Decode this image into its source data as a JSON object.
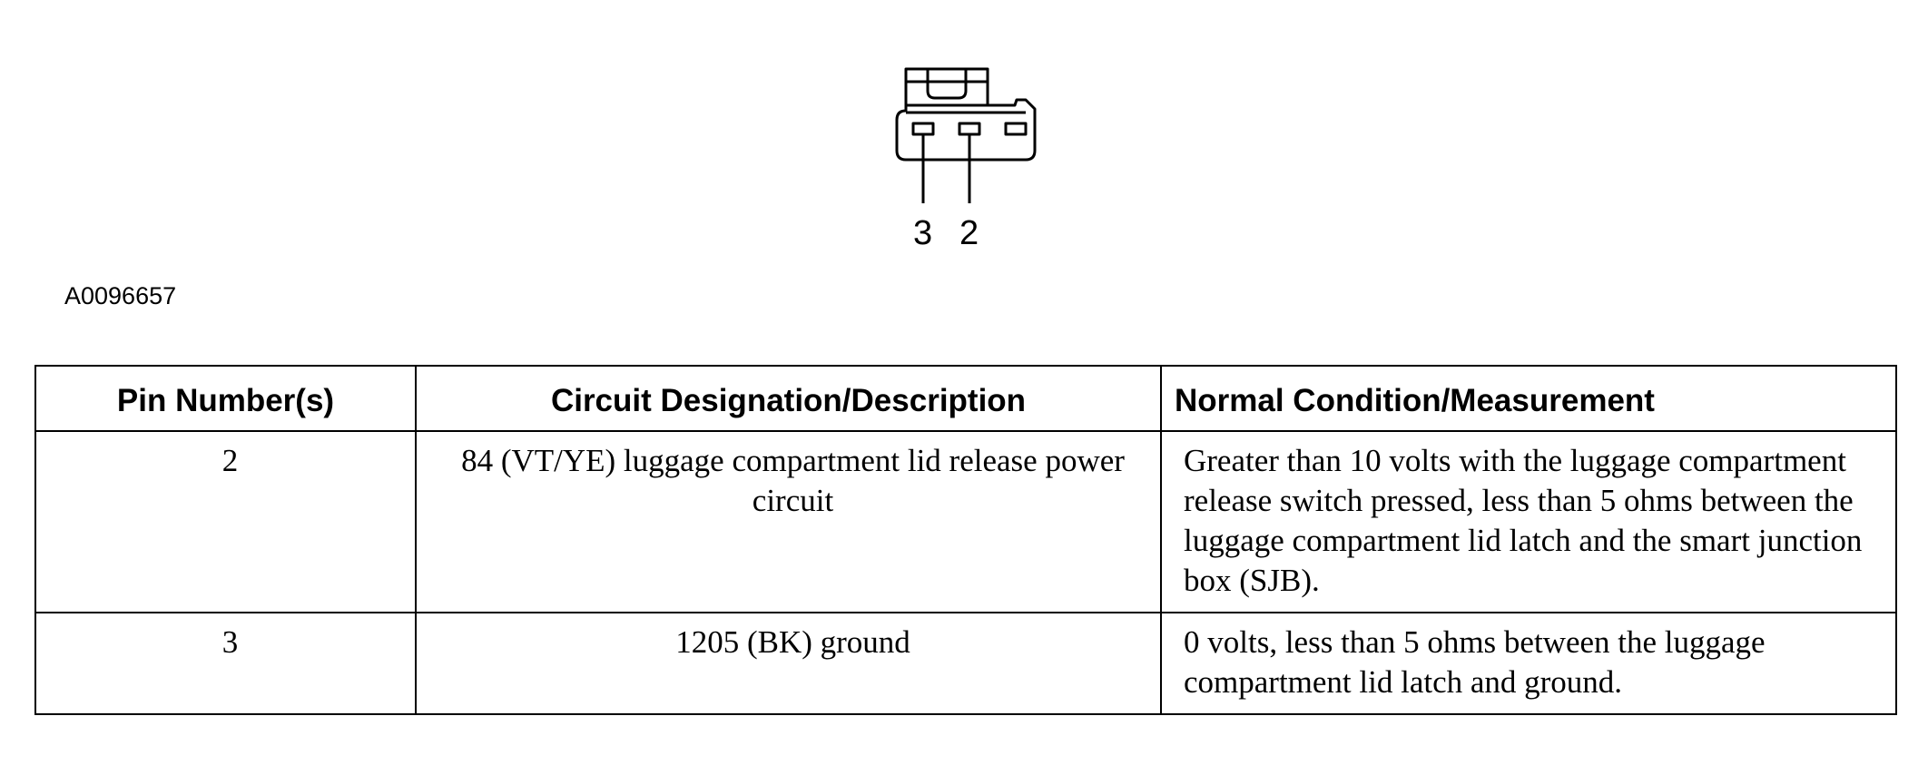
{
  "figure": {
    "id": "A0096657",
    "pin_labels": [
      "3",
      "2"
    ]
  },
  "table": {
    "headers": [
      "Pin Number(s)",
      "Circuit Designation/Description",
      "Normal Condition/Measurement"
    ],
    "rows": [
      {
        "pin": "2",
        "circuit": "84 (VT/YE) luggage compartment lid release power circuit",
        "condition": "Greater than 10 volts with the luggage compartment release switch pressed, less than 5 ohms between the luggage compartment lid latch and the smart junction box (SJB)."
      },
      {
        "pin": "3",
        "circuit": "1205 (BK) ground",
        "condition": "0 volts, less than 5 ohms between the luggage compartment lid latch and ground."
      }
    ]
  }
}
